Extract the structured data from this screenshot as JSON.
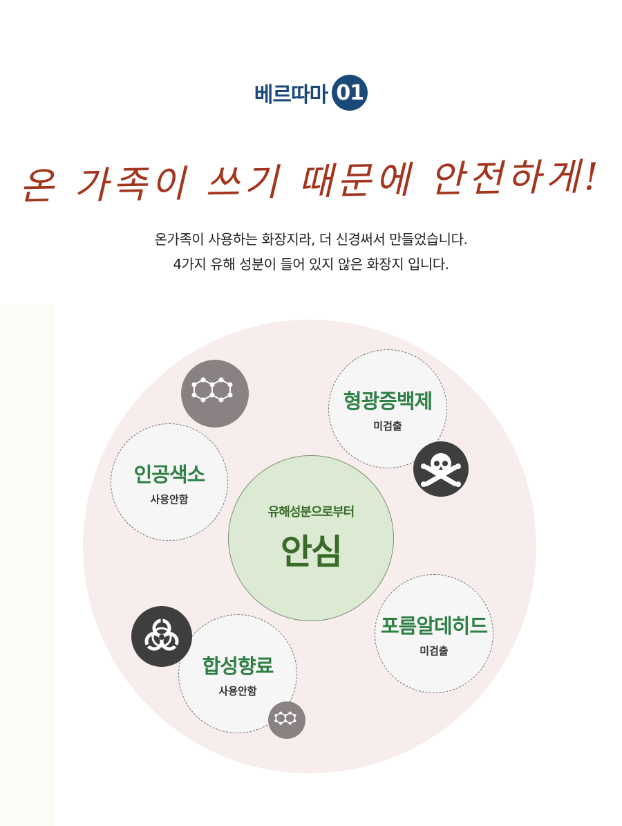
{
  "header": {
    "brand": "베르따마",
    "number": "01",
    "headline": "온 가족이 쓰기 때문에 안전하게!",
    "description": [
      "온가족이 사용하는 화장지라, 더 신경써서 만들었습니다.",
      "4가지 유해 성분이 들어 있지 않은 화장지 입니다."
    ]
  },
  "diagram": {
    "center": {
      "caption": "유해성분으로부터",
      "title": "안심"
    },
    "items": [
      {
        "title": "형광증백제",
        "status": "미검출"
      },
      {
        "title": "인공색소",
        "status": "사용안함"
      },
      {
        "title": "포름알데히드",
        "status": "미검출"
      },
      {
        "title": "합성향료",
        "status": "사용안함"
      }
    ],
    "icons": [
      "chemical-structure-icon",
      "skull-crossbones-icon",
      "biohazard-icon",
      "chemical-structure-icon"
    ]
  },
  "colors": {
    "brand_blue": "#1b4a7a",
    "headline_red": "#a3351e",
    "green_text": "#2e8045",
    "center_fill": "#dcead3",
    "big_circle": "#f8eded"
  }
}
